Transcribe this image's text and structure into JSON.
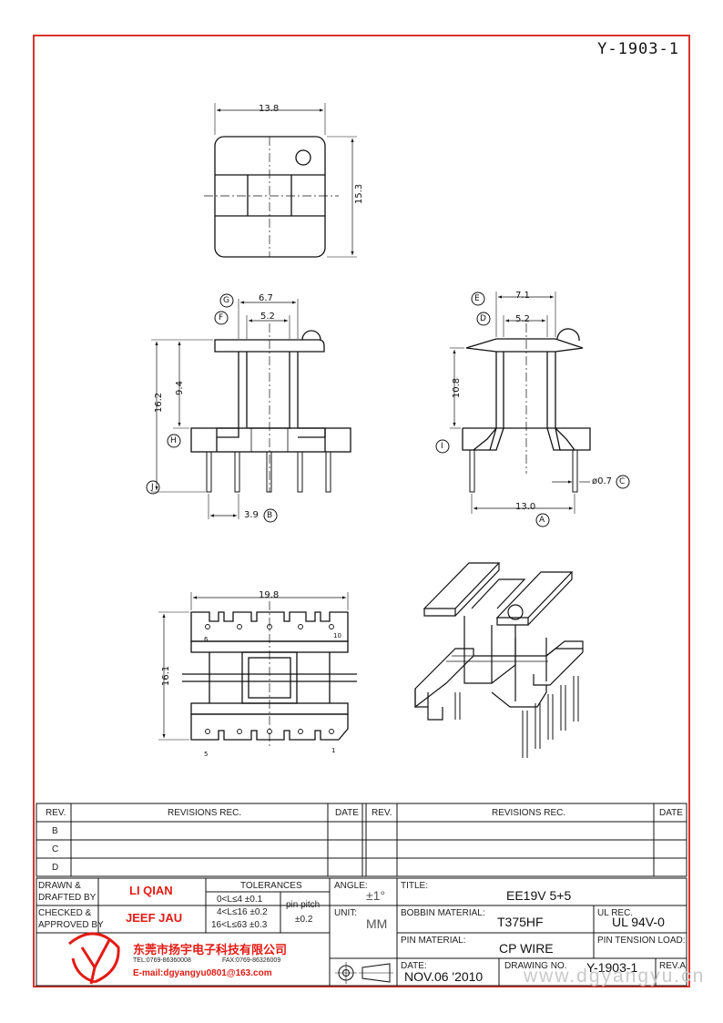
{
  "document_number": "Y-1903-1",
  "dimensions": {
    "top_width": "13.8",
    "top_height": "15.3",
    "front_flange_width": "6.7",
    "front_core_width": "5.2",
    "front_total_height": "16.2",
    "front_body_height": "9.4",
    "front_pin_spacing": "3.9",
    "side_flange_width": "7.1",
    "side_core_width": "5.2",
    "side_height": "10.8",
    "side_pin_dia": "ø0.7",
    "side_base_width": "13.0",
    "bottom_width": "19.8",
    "bottom_height": "16.1"
  },
  "callouts": {
    "a": "A",
    "b": "B",
    "c": "C",
    "d": "D",
    "e": "E",
    "f": "F",
    "g": "G",
    "h": "H",
    "i": "I",
    "j": "J"
  },
  "pin_labels": {
    "pin6": "6",
    "pin10": "10",
    "pin5": "5",
    "pin1": "1"
  },
  "revisions": {
    "header_rev": "REV.",
    "header_rec": "REVISIONS   REC.",
    "header_date": "DATE",
    "rows_left": [
      "B",
      "C",
      "D"
    ]
  },
  "title_block": {
    "drawn_label_1": "DRAWN &",
    "drawn_label_2": "DRAFTED BY",
    "drawn_name": "LI QIAN",
    "checked_label_1": "CHECKED &",
    "checked_label_2": "APPROVED BY",
    "checked_name": "JEEF JAU",
    "tolerances_label": "TOLERANCES",
    "tol_1": "0<L≤4   ±0.1",
    "tol_2": "4<L≤16  ±0.2",
    "tol_3": "16<L≤63 ±0.3",
    "pin_pitch_label": "pin pitch",
    "pin_pitch_value": "±0.2",
    "angle_label": "ANGLE:",
    "angle_value": "±1°",
    "unit_label": "UNIT:",
    "unit_value": "MM",
    "title_label": "TITLE:",
    "title_value": "EE19V 5+5",
    "bobbin_label": "BOBBIN MATERIAL:",
    "bobbin_value": "T375HF",
    "ul_label": "UL REC.",
    "ul_value": "UL 94V-0",
    "pin_mat_label": "PIN MATERIAL:",
    "pin_mat_value": "CP WIRE",
    "pin_tension_label": "PIN TENSION LOAD:",
    "date_label": "DATE:",
    "date_value": "NOV.06 '2010",
    "drawing_no_label": "DRAWING NO.",
    "drawing_no_value": "Y-1903-1",
    "rev_label": "REV.A"
  },
  "company": {
    "name": "东莞市扬宇电子科技有限公司",
    "tel": "TEL:0769-86360008",
    "fax": "FAX:0769-86326009",
    "email": "E-mail:dgyangyu0801@163.com",
    "watermark": "www.dgyangyu.cn"
  },
  "colors": {
    "frame": "#d9342b",
    "logo": "#e21b14",
    "line": "#111111"
  }
}
